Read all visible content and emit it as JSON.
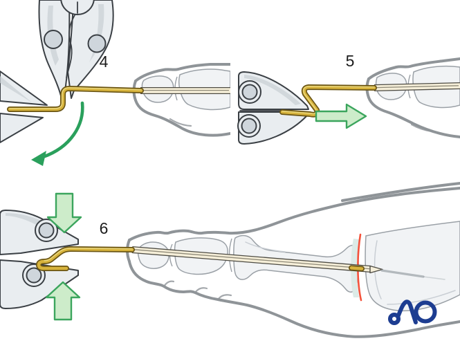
{
  "figure": {
    "steps": [
      {
        "label": "4",
        "arrow": "curved-rotate-down-left"
      },
      {
        "label": "5",
        "arrow": "block-arrow-right"
      },
      {
        "label": "6",
        "arrows": [
          "block-arrow-down",
          "block-arrow-up"
        ]
      }
    ],
    "logo_text": "AO"
  },
  "colors": {
    "background": "#ffffff",
    "tool_fill": "#e9edf0",
    "tool_shade": "#c9d0d6",
    "tool_outline": "#3a3f44",
    "wire_gold": "#d7b33c",
    "wire_outline": "#6a5515",
    "wire_highlight": "#efdf8d",
    "arrow_fill": "#cdecca",
    "arrow_stroke": "#3ba55d",
    "curved_arrow": "#2aa05c",
    "foot_outline": "#8f9498",
    "bone_fill": "#f1f3f5",
    "bone_outline": "#9aa0a6",
    "bone_shade": "#c9ced4",
    "rod_fill": "#f6efd9",
    "rod_outline": "#4c4a42",
    "cartilage": "#dcebe7",
    "fusion_line": "#f4533c",
    "logo_blue": "#1d3d91",
    "label_color": "#1c1c1c"
  }
}
